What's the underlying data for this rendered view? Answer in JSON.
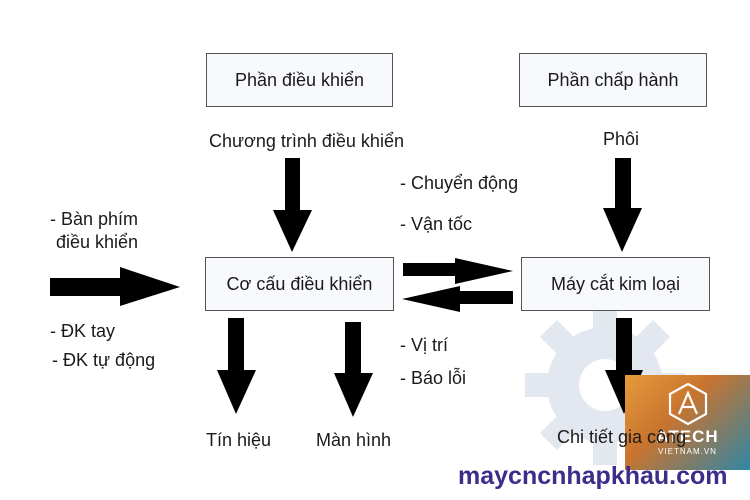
{
  "boxes": {
    "control_part": "Phần điều khiển",
    "actuator_part": "Phần chấp hành",
    "control_mechanism": "Cơ cấu điều khiển",
    "metal_cutting_machine": "Máy cắt kim loại"
  },
  "labels": {
    "control_program": "Chương trình điều khiển",
    "workpiece": "Phôi",
    "keyboard_line1": "- Bàn phím",
    "keyboard_line2": "điều khiển",
    "manual_control": "- ĐK tay",
    "auto_control": "- ĐK tự động",
    "motion": "- Chuyển động",
    "speed": "- Vận tốc",
    "position": "- Vị trí",
    "error_report": "- Báo lỗi",
    "signal": "Tín hiệu",
    "screen": "Màn hình",
    "machined_part": "Chi tiết gia công"
  },
  "watermark": {
    "brand": "ATECH",
    "brand_sub": "VIETNAM.VN",
    "website": "maycncnhapkhau.com"
  },
  "colors": {
    "arrow": "#000000",
    "box_fill": "#f7f9fc",
    "box_border": "#555555",
    "website_text": "#3b2e8a"
  }
}
